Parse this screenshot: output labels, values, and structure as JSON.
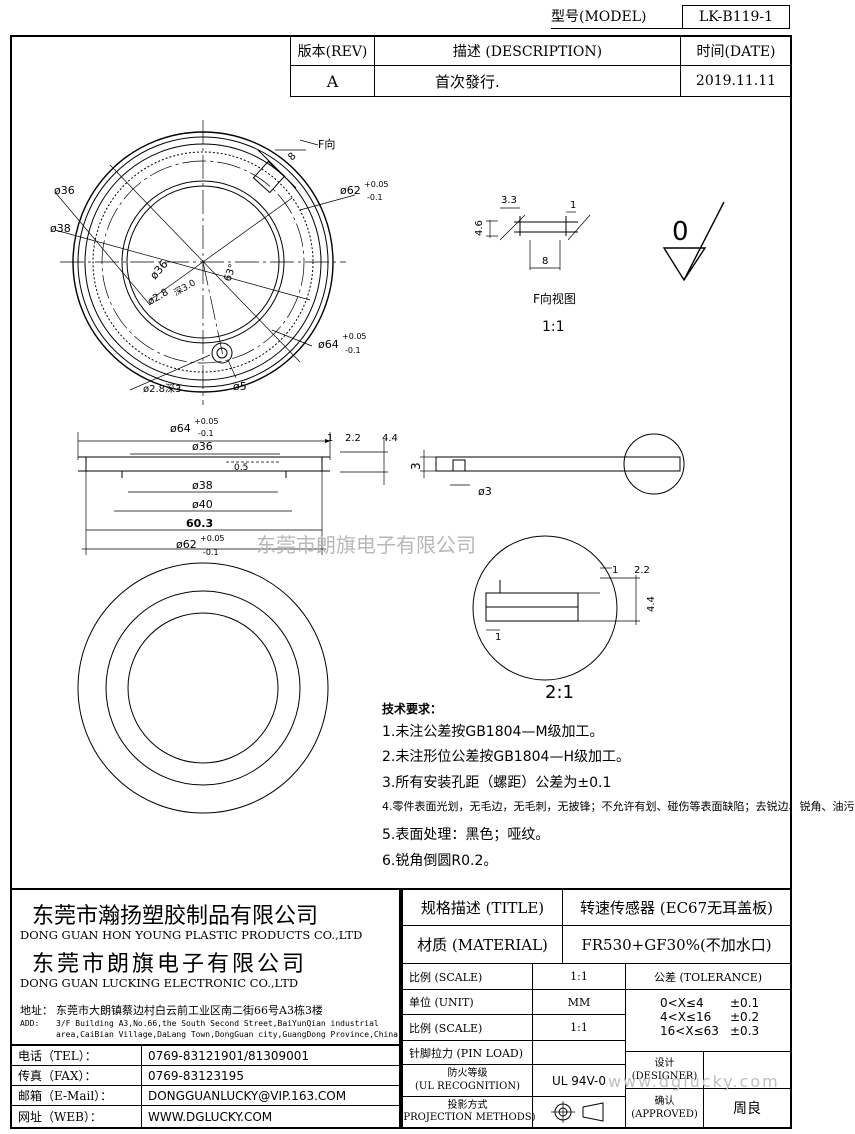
{
  "header": {
    "model_label": "型号(MODEL)",
    "model_value": "LK-B119-1"
  },
  "revision": {
    "col_rev": "版本(REV)",
    "col_desc": "描述 (DESCRIPTION)",
    "col_date": "时间(DATE)",
    "rows": [
      {
        "rev": "A",
        "desc": "首次發行.",
        "date": "2019.11.11"
      }
    ]
  },
  "drawing": {
    "view_f_label": "F向",
    "view_f_title": "F向视图",
    "view_f_scale": "1:1",
    "detail_scale": "2:1",
    "surface_symbol": "0",
    "watermark": "东莞市朗旗电子有限公司",
    "dims": {
      "d36_a": "ø36",
      "d38": "ø38",
      "d62": "ø62",
      "d62_tol_up": "+0.05",
      "d62_tol_dn": "-0.1",
      "d64": "ø64",
      "d64_tol_up": "+0.05",
      "d64_tol_dn": "-0.1",
      "d36_b": "ø36",
      "d2_8": "ø2.8",
      "d2_8_note": "深3.0",
      "hole_note": "ø2.8深3",
      "d5": "ø5",
      "f_8": "8",
      "angle": "63°",
      "fv_3_3": "3.3",
      "fv_1": "1",
      "fv_4_6": "4.6",
      "fv_8": "8",
      "sec_d64": "ø64",
      "sec_d36": "ø36",
      "sec_d38": "ø38",
      "sec_d40": "ø40",
      "sec_60_3": "60.3",
      "sec_d62": "ø62",
      "sec_1": "1",
      "sec_2_2": "2.2",
      "sec_4_4": "4.4",
      "sec_0_5": "0.5",
      "side_3": "3",
      "side_d3": "ø3",
      "det_1_top": "1",
      "det_2_2": "2.2",
      "det_4_4": "4.4",
      "det_1_bot": "1"
    }
  },
  "notes": {
    "title": "技术要求：",
    "items": [
      "1.未注公差按GB1804—M级加工。",
      "2.未注形位公差按GB1804—H级加工。",
      "3.所有安装孔距（螺距）公差为±0.1",
      "4.零件表面光划，无毛边，无毛刺，无披锋；不允许有划、碰伤等表面缺陷；去锐边、锐角、油污",
      "5.表面处理：黑色；哑纹。",
      "6.锐角倒圆R0.2。"
    ]
  },
  "company": {
    "name_cn_1": "东莞市瀚扬塑胶制品有限公司",
    "name_en_1": "DONG GUAN HON YOUNG PLASTIC PRODUCTS CO.,LTD",
    "name_cn_2": "东莞市朗旗电子有限公司",
    "name_en_2": "DONG GUAN LUCKING ELECTRONIC CO.,LTD",
    "address_cn_label": "地址：",
    "address_cn": "东莞市大朗镇蔡边村白云前工业区南二街66号A3栋3楼",
    "address_en_label": "ADD:",
    "address_en_1": "3/F Building A3,No.66,the South Second Street,BaiYunQian industrial",
    "address_en_2": "area,CaiBian Village,DaLang Town,DongGuan city,GuangDong Province,China",
    "contacts": [
      {
        "label": "电话（TEL）：",
        "value": "0769-83121901/81309001"
      },
      {
        "label": "传真（FAX）：",
        "value": "0769-83123195"
      },
      {
        "label": "邮箱（E-Mail）：",
        "value": "DONGGUANLUCKY@VIP.163.COM"
      },
      {
        "label": "网址（WEB）：",
        "value": "WWW.DGLUCKY.COM"
      }
    ]
  },
  "title_block": {
    "title_label": "规格描述 (TITLE)",
    "title_value": "转速传感器 (EC67无耳盖板)",
    "material_label": "材质 (MATERIAL)",
    "material_value": "FR530+GF30%(不加水口)",
    "scale_label": "比例 (SCALE)",
    "scale_value": "1:1",
    "unit_label": "单位 (UNIT)",
    "unit_value": "MM",
    "scale2_label": "比例 (SCALE)",
    "scale2_value": "1:1",
    "pin_label": "针脚拉力 (PIN LOAD)",
    "pin_value": "",
    "fire_label_1": "防火等级",
    "fire_label_2": "(UL RECOGNITION)",
    "fire_value": "UL 94V-0",
    "proj_label_1": "投影方式",
    "proj_label_2": "(PROJECTION METHODS)",
    "tolerance_label": "公差 (TOLERANCE)",
    "tolerance_rows": [
      {
        "range": "0<X≤4",
        "value": "±0.1"
      },
      {
        "range": "4<X≤16",
        "value": "±0.2"
      },
      {
        "range": "16<X≤63",
        "value": "±0.3"
      }
    ],
    "designer_label_1": "设计",
    "designer_label_2": "(DESIGNER)",
    "designer_value": "",
    "approved_label_1": "确认",
    "approved_label_2": "(APPROVED)",
    "approved_value": "周良",
    "watermark": "www.dglucky.com"
  }
}
